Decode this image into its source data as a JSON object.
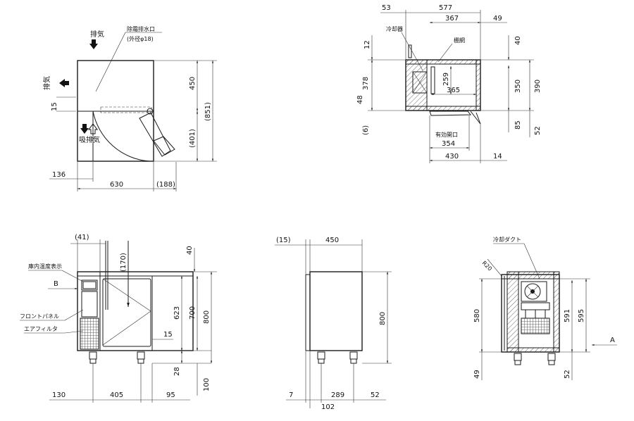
{
  "top_view": {
    "exhaust_top": "排気",
    "exhaust_left": "排気",
    "drain_label": "除霜排水口",
    "drain_spec": "(外径φ18)",
    "intake_label": "吸排気",
    "dim_15": "15",
    "dim_450": "450",
    "dim_851": "(851)",
    "dim_401": "(401)",
    "dim_136": "136",
    "dim_630": "630",
    "dim_188": "(188)"
  },
  "section_view": {
    "dim_53": "53",
    "dim_577": "577",
    "dim_367": "367",
    "dim_49": "49",
    "cooler_label": "冷却器",
    "mesh_label": "棚網",
    "dim_12": "12",
    "dim_40": "40",
    "dim_378": "378",
    "dim_259": "259",
    "dim_365": "365",
    "dim_350": "350",
    "dim_390": "390",
    "dim_48": "48",
    "dim_6": "(6)",
    "dim_85": "85",
    "dim_52": "52",
    "opening_label": "有効開口",
    "dim_354": "354",
    "dim_430": "430",
    "dim_14": "14"
  },
  "front_view": {
    "dim_41": "(41)",
    "dim_170": "(170)",
    "dim_40": "40",
    "temp_display_label": "庫内温度表示",
    "view_b": "B",
    "front_panel_label": "フロントパネル",
    "air_filter_label": "エアフィルタ",
    "dim_623": "623",
    "dim_700": "700",
    "dim_800": "800",
    "dim_15": "15",
    "dim_28": "28",
    "dim_100": "100",
    "dim_130": "130",
    "dim_405": "405",
    "dim_95": "95"
  },
  "side_view": {
    "dim_15": "(15)",
    "dim_450": "450",
    "dim_800": "800",
    "dim_7": "7",
    "dim_102": "102",
    "dim_289": "289",
    "dim_52": "52"
  },
  "back_view": {
    "duct_label": "冷却ダクト",
    "dim_r20": "R20",
    "dim_580": "580",
    "dim_591": "591",
    "dim_595": "595",
    "view_a": "A",
    "dim_49": "49",
    "dim_52": "52"
  }
}
